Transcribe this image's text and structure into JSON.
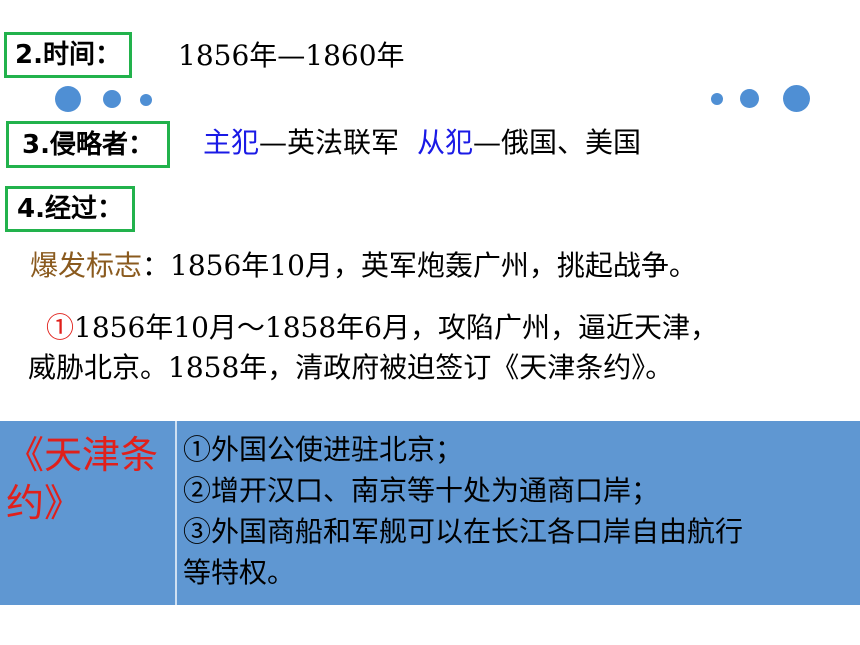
{
  "sections": {
    "time": {
      "label": "2.时间：",
      "value": "1856年—1860年"
    },
    "aggressors": {
      "label": "3.侵略者：",
      "principal_label": "主犯",
      "principal_value": "—英法联军",
      "accomplice_label": "从犯",
      "accomplice_value": "—俄国、美国"
    },
    "process": {
      "label": "4.经过：",
      "outbreak_label": "爆发标志",
      "outbreak_text": "：1856年10月，英军炮轰广州，挑起战争。",
      "stage1_marker": "①",
      "stage1_line1": "1856年10月～1858年6月，攻陷广州，逼近天津，",
      "stage1_line2": "威胁北京。1858年，清政府被迫签订《天津条约》。"
    }
  },
  "treaty": {
    "name": "《天津条约》",
    "terms": [
      "①外国公使进驻北京；",
      "②增开汉口、南京等十处为通商口岸；",
      "③外国商船和军舰可以在长江各口岸自由航行",
      "等特权。"
    ]
  },
  "colors": {
    "box_border": "#22b24c",
    "highlight_blue": "#1a1ae6",
    "outbreak_brown": "#8a5a1e",
    "treaty_red": "#e0201b",
    "table_background": "#5f97d2",
    "dot_blue": "#4f8fd4"
  }
}
